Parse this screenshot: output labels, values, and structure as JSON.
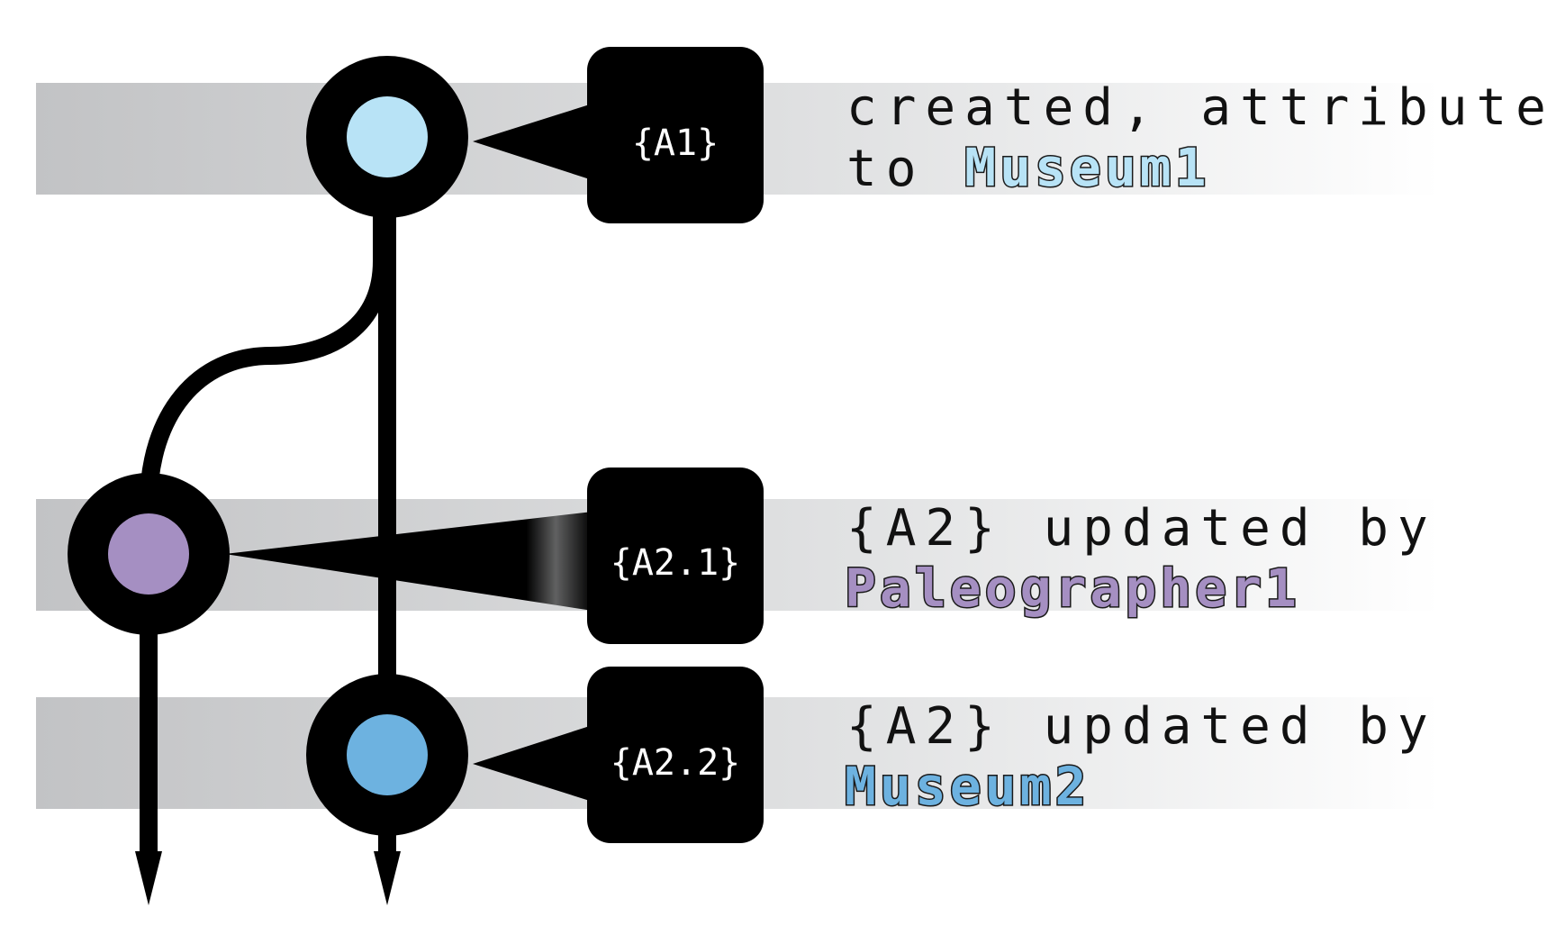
{
  "colors": {
    "node_a1": "#b8e3f6",
    "node_a21": "#a58fc2",
    "node_a22": "#6db2e0",
    "agent_museum1": "#b8e3f6",
    "agent_paleographer1": "#a58fc2",
    "agent_museum2": "#6db2e0",
    "band_dark": "#c2c3c5",
    "band_light": "#ffffff",
    "ink": "#000000"
  },
  "events": [
    {
      "id": "A1",
      "box_label": "{A1}",
      "line1": "created, attributed",
      "line2_prefix": "to ",
      "agent": "Museum1"
    },
    {
      "id": "A2.1",
      "box_label": "{A2.1}",
      "line1": "{A2} updated by",
      "line2_prefix": "",
      "agent": "Paleographer1"
    },
    {
      "id": "A2.2",
      "box_label": "{A2.2}",
      "line1": "{A2} updated by",
      "line2_prefix": "",
      "agent": "Museum2"
    }
  ]
}
